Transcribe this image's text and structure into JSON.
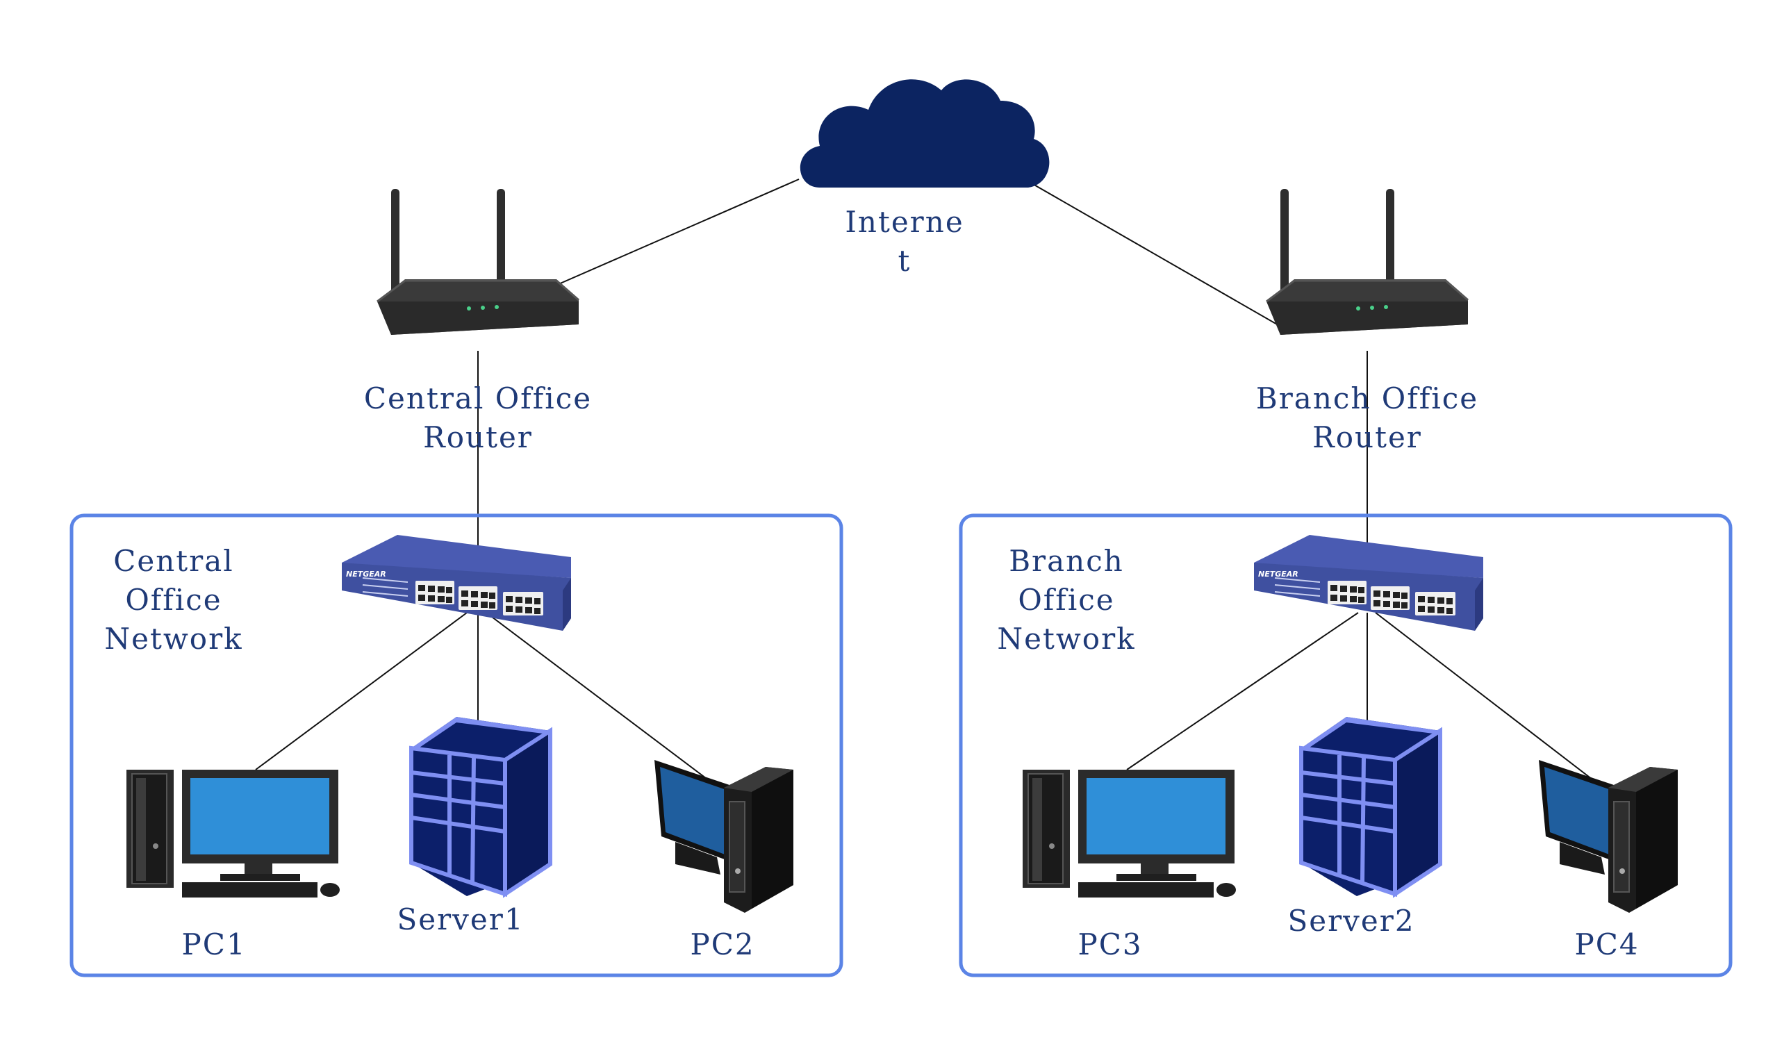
{
  "diagram": {
    "internet": {
      "label_line1": "Interne",
      "label_line2": "t"
    },
    "central": {
      "router_line1": "Central Office",
      "router_line2": "Router",
      "network_line1": "Central",
      "network_line2": "Office",
      "network_line3": "Network",
      "pc_left": "PC1",
      "server": "Server1",
      "pc_right": "PC2"
    },
    "branch": {
      "router_line1": "Branch Office",
      "router_line2": "Router",
      "network_line1": "Branch",
      "network_line2": "Office",
      "network_line3": "Network",
      "pc_left": "PC3",
      "server": "Server2",
      "pc_right": "PC4"
    },
    "switch_brand": "NETGEAR"
  },
  "colors": {
    "cloud": "#0c2461",
    "label": "#1f3a77",
    "group_border": "#5b84e6",
    "switch_body": "#3f50a0",
    "server_body": "#0c1f6a",
    "server_stripe": "#7f8ff2",
    "monitor_screen": "#2f8fd8",
    "router_body": "#3b3b3b"
  },
  "icons": [
    "cloud-icon",
    "router-icon",
    "switch-icon",
    "desktop-pc-icon",
    "server-icon",
    "tower-pc-icon"
  ]
}
